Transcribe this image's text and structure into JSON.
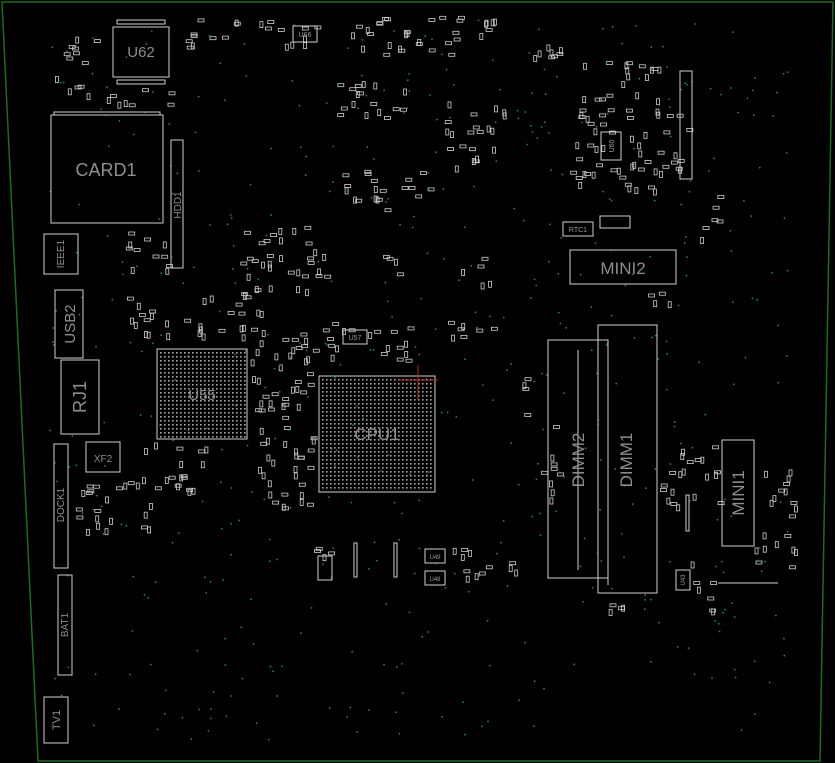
{
  "colors": {
    "background": "#000000",
    "board_outline": "#1f6b1f",
    "component": "#cfcfcf",
    "label": "#8e8e8e",
    "via": "#1f7f7a",
    "cursor": "#b03030"
  },
  "labels": {
    "u62": "U62",
    "card1": "CARD1",
    "hdd1": "HDD1",
    "ieee1": "IEEE1",
    "usb2": "USB2",
    "rj1": "RJ1",
    "xf2": "XF2",
    "dock1": "DOCK1",
    "bat1": "BAT1",
    "tv1": "TV1",
    "u55": "U55",
    "cpu1": "CPU1",
    "u57": "U57",
    "u66": "U66",
    "u60": "U60",
    "rtc1": "RTC1",
    "mini2": "MINI2",
    "dimm2": "DIMM2",
    "dimm1": "DIMM1",
    "mini1": "MINI1",
    "u49": "U49",
    "u48": "U48",
    "u43": "U43"
  }
}
